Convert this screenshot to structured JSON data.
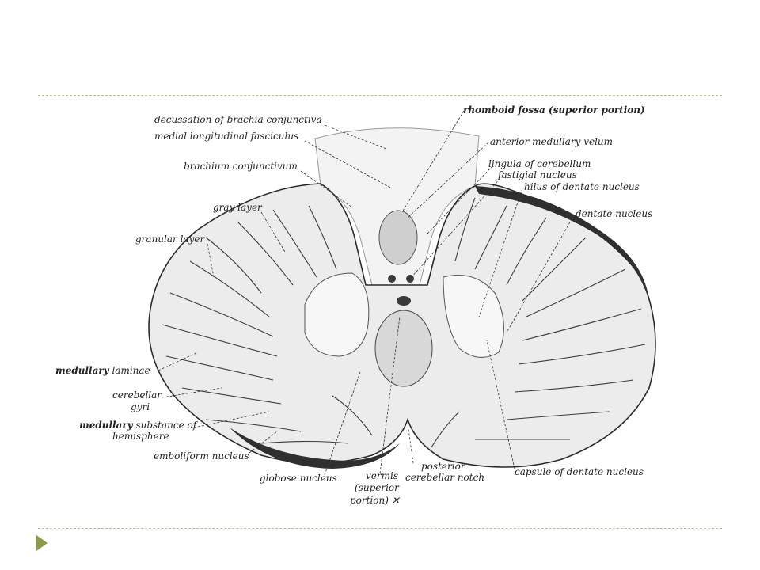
{
  "figure": {
    "labels": {
      "decussation": "decussation of brachia conjunctiva",
      "mlf": "medial longitudinal fasciculus",
      "brachium": "brachium conjunctivum",
      "gray_layer": "gray layer",
      "granular_layer": "granular layer",
      "medullary_laminae_bold": "medullary",
      "medullary_laminae_rest": " laminae",
      "cerebellar": "cerebellar",
      "gyri": "gyri",
      "medullary_substance_bold": "medullary",
      "medullary_substance_rest": " substance of",
      "hemisphere": "hemisphere",
      "emboliform": "emboliform nucleus",
      "globose": "globose nucleus",
      "vermis_1": "vermis",
      "vermis_2": "(superior",
      "vermis_3": "portion) ✕",
      "posterior_1": "posterior",
      "posterior_2": "cerebellar notch",
      "capsule": "capsule of dentate nucleus",
      "rhomboid": "rhomboid fossa (superior portion)",
      "anterior_velum": "anterior medullary velum",
      "lingula": "lingula of cerebellum",
      "fastigial": "fastigial nucleus",
      "hilus": "hilus of dentate nucleus",
      "dentate": "dentate nucleus"
    }
  }
}
